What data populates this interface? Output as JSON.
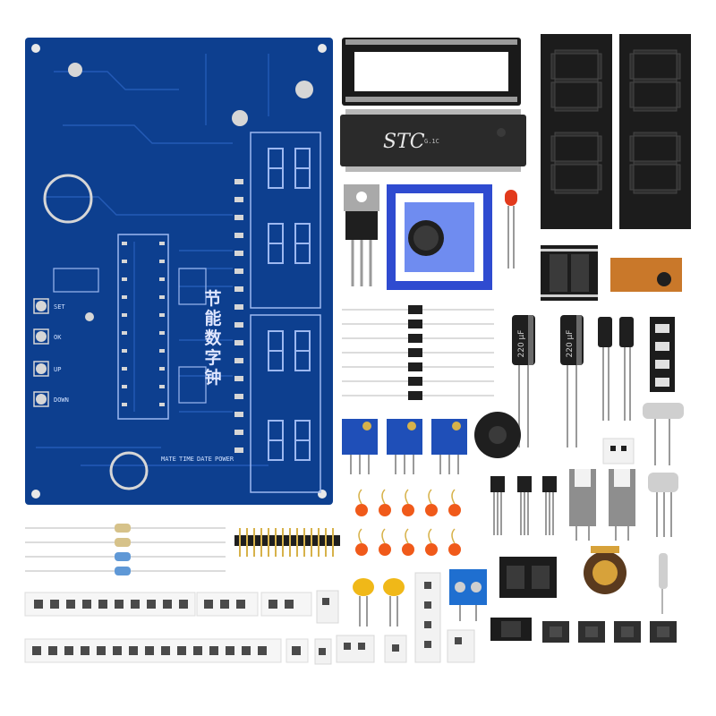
{
  "pcb": {
    "title_cn": "节能数字钟",
    "color": "#0d3f8f",
    "silk_labels": [
      "SET",
      "OK",
      "UP",
      "DOWN",
      "MATE",
      "TIME",
      "DATE",
      "POWER"
    ]
  },
  "mcu_chip": {
    "brand": "STC",
    "code": "G.1C"
  },
  "capacitors": [
    {
      "label": "220 μF"
    },
    {
      "label": "220 μF"
    }
  ],
  "colors": {
    "pcb_blue": "#0d3f8f",
    "solder_mask_trace": "#1f56b0",
    "display_black": "#1c1c1c",
    "potentiometer_blue": "#1f4fb8",
    "led_red": "#e23a1c",
    "cap_orange": "#f05a1a",
    "ceramic_yellow": "#f0b818"
  }
}
